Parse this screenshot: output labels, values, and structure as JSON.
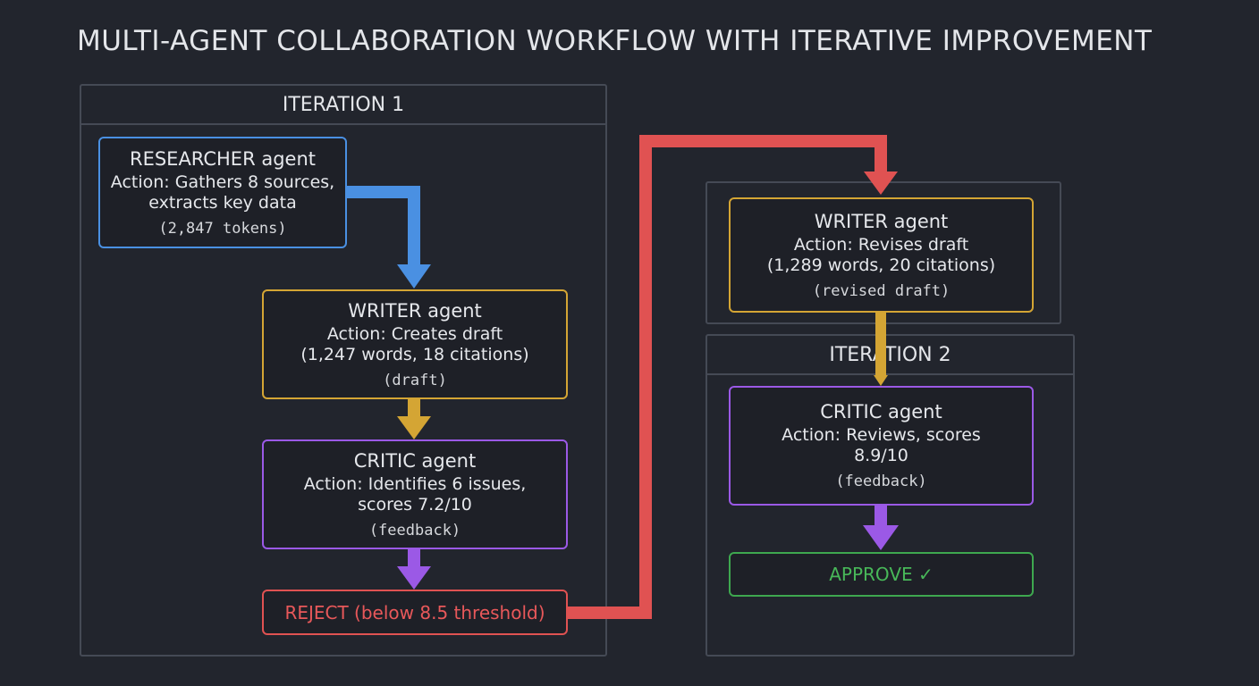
{
  "title": "MULTI-AGENT COLLABORATION WORKFLOW WITH ITERATIVE IMPROVEMENT",
  "iteration1": {
    "label": "ITERATION 1",
    "researcher": {
      "name": "RESEARCHER agent",
      "action": "Action: Gathers 8 sources,",
      "action2": "extracts key data",
      "output": "(2,847 tokens)"
    },
    "writer": {
      "name": "WRITER agent",
      "action": "Action: Creates draft",
      "action2": "(1,247 words, 18 citations)",
      "output": "(draft)"
    },
    "critic": {
      "name": "CRITIC agent",
      "action": "Action: Identifies 6 issues,",
      "action2": "scores 7.2/10",
      "output": "(feedback)"
    },
    "decision": "REJECT (below 8.5 threshold)"
  },
  "iteration2": {
    "label": "ITERATION 2",
    "writer": {
      "name": "WRITER agent",
      "action": "Action: Revises draft",
      "action2": "(1,289 words, 20 citations)",
      "output": "(revised draft)"
    },
    "critic": {
      "name": "CRITIC agent",
      "action": "Action: Reviews, scores",
      "action2": "8.9/10",
      "output": "(feedback)"
    },
    "decision": "APPROVE ✓"
  },
  "colors": {
    "background": "#22252d",
    "researcher": "#4a90e2",
    "writer": "#d4a534",
    "critic": "#9b59e6",
    "reject": "#e05252",
    "approve": "#3ea84f",
    "panel_border": "#454a55"
  }
}
